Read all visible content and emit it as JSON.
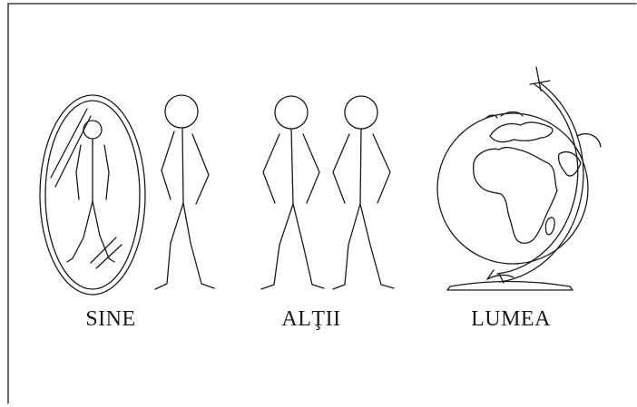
{
  "labels": {
    "self": "SINE",
    "others": "ALŢII",
    "world": "LUMEA"
  },
  "colors": {
    "ink": "#1a1a1a",
    "background": "#ffffff"
  },
  "icons": [
    "mirror-icon",
    "stick-figure-icon",
    "globe-icon"
  ]
}
